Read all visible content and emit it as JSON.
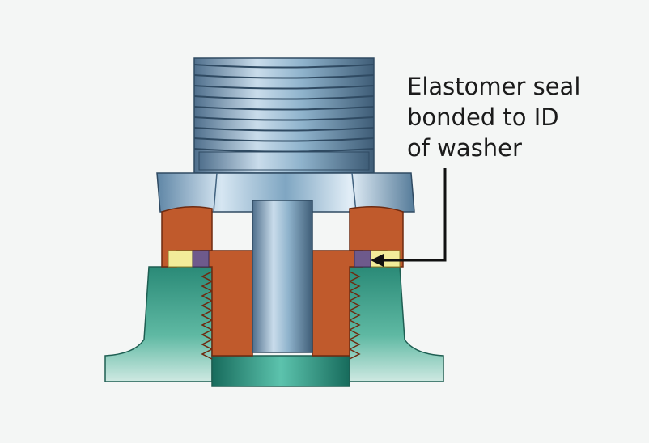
{
  "annotation": {
    "lines": [
      "Elastomer seal",
      "bonded to ID",
      "of washer"
    ]
  },
  "colors": {
    "background": "#f4f6f5",
    "fitting_steel": "#8fb3cc",
    "nut_copper": "#c05a2c",
    "boss_green": "#2f8f7c",
    "washer_yellow": "#f2ec9a",
    "seal_purple": "#6e5a8c",
    "leader_line": "#111111"
  }
}
